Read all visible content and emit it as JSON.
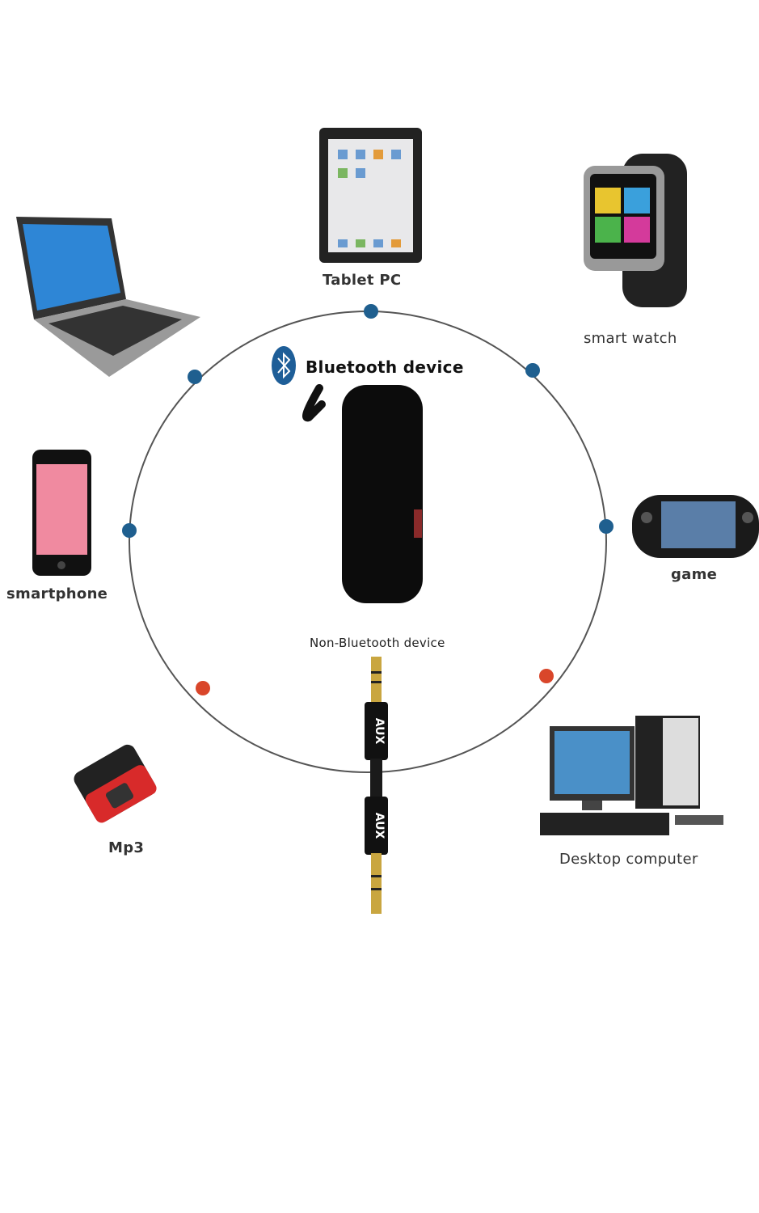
{
  "labels": {
    "tablet": "Tablet PC",
    "watch": "smart watch",
    "laptop": "",
    "smartphone": "smartphone",
    "game": "game",
    "bluetooth": "Bluetooth device",
    "non_bluetooth": "Non-Bluetooth device",
    "mp3": "Mp3",
    "desktop": "Desktop computer",
    "aux_top": "AUX",
    "aux_bottom": "AUX"
  },
  "colors": {
    "blue_dot": "#1f5f8f",
    "red_dot": "#d9462a",
    "circle": "#555555",
    "gold": "#c9a640"
  }
}
